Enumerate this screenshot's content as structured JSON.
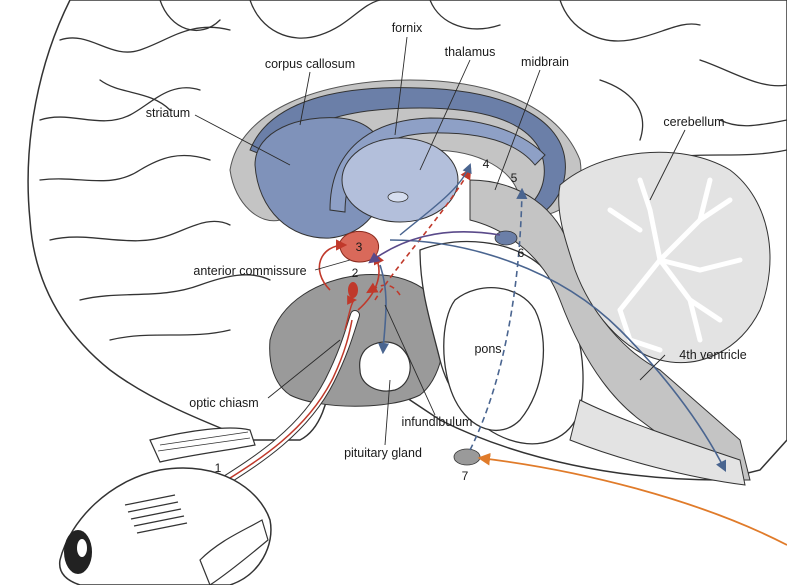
{
  "labels": {
    "fornix": "fornix",
    "thalamus": "thalamus",
    "midbrain": "midbrain",
    "corpus_callosum": "corpus callosum",
    "striatum": "striatum",
    "cerebellum": "cerebellum",
    "anterior_commissure": "anterior commissure",
    "pons": "pons",
    "fourth_ventricle": "4th ventricle",
    "optic_chiasm": "optic chiasm",
    "infundibulum": "infundibulum",
    "pituitary_gland": "pituitary gland"
  },
  "numbers": {
    "n1": "1",
    "n2": "2",
    "n3": "3",
    "n4": "4",
    "n5": "5",
    "n6": "6",
    "n7": "7"
  },
  "colors": {
    "blue_dark": "#6b7fa8",
    "blue_light": "#b3bfdb",
    "red": "#c0392b",
    "red_fill": "#d9695a",
    "orange": "#e07b2a",
    "grey_dark": "#9a9a9a",
    "grey_mid": "#c4c4c4",
    "grey_light": "#e3e3e3",
    "arrow_blue": "#4a6590"
  }
}
